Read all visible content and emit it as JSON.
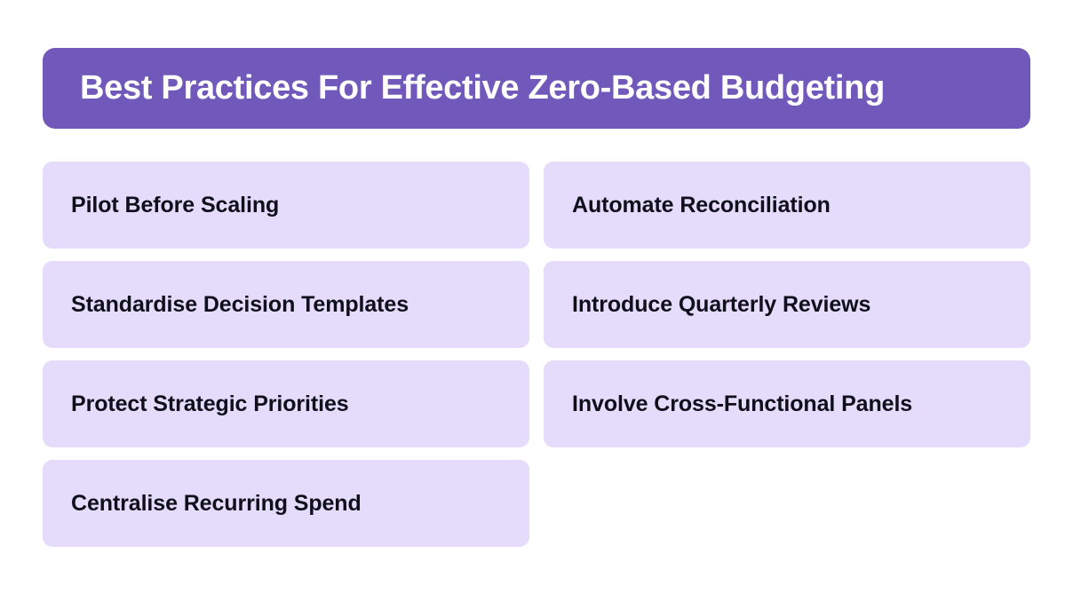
{
  "page": {
    "background_color": "#ffffff",
    "accent_color": "#7059ba",
    "card_color": "#e5dcfb",
    "card_text_color": "#100f1c"
  },
  "header": {
    "title": "Best Practices For Effective Zero-Based Budgeting"
  },
  "cards": [
    {
      "label": "Pilot Before Scaling",
      "column": "left",
      "row": 1
    },
    {
      "label": "Automate Reconciliation",
      "column": "right",
      "row": 1
    },
    {
      "label": "Standardise Decision Templates",
      "column": "left",
      "row": 2
    },
    {
      "label": " Introduce Quarterly Reviews",
      "column": "right",
      "row": 2
    },
    {
      "label": "Protect Strategic Priorities",
      "column": "left",
      "row": 3
    },
    {
      "label": "Involve Cross-Functional Panels",
      "column": "right",
      "row": 3
    },
    {
      "label": "Centralise Recurring Spend",
      "column": "left",
      "row": 4
    }
  ]
}
